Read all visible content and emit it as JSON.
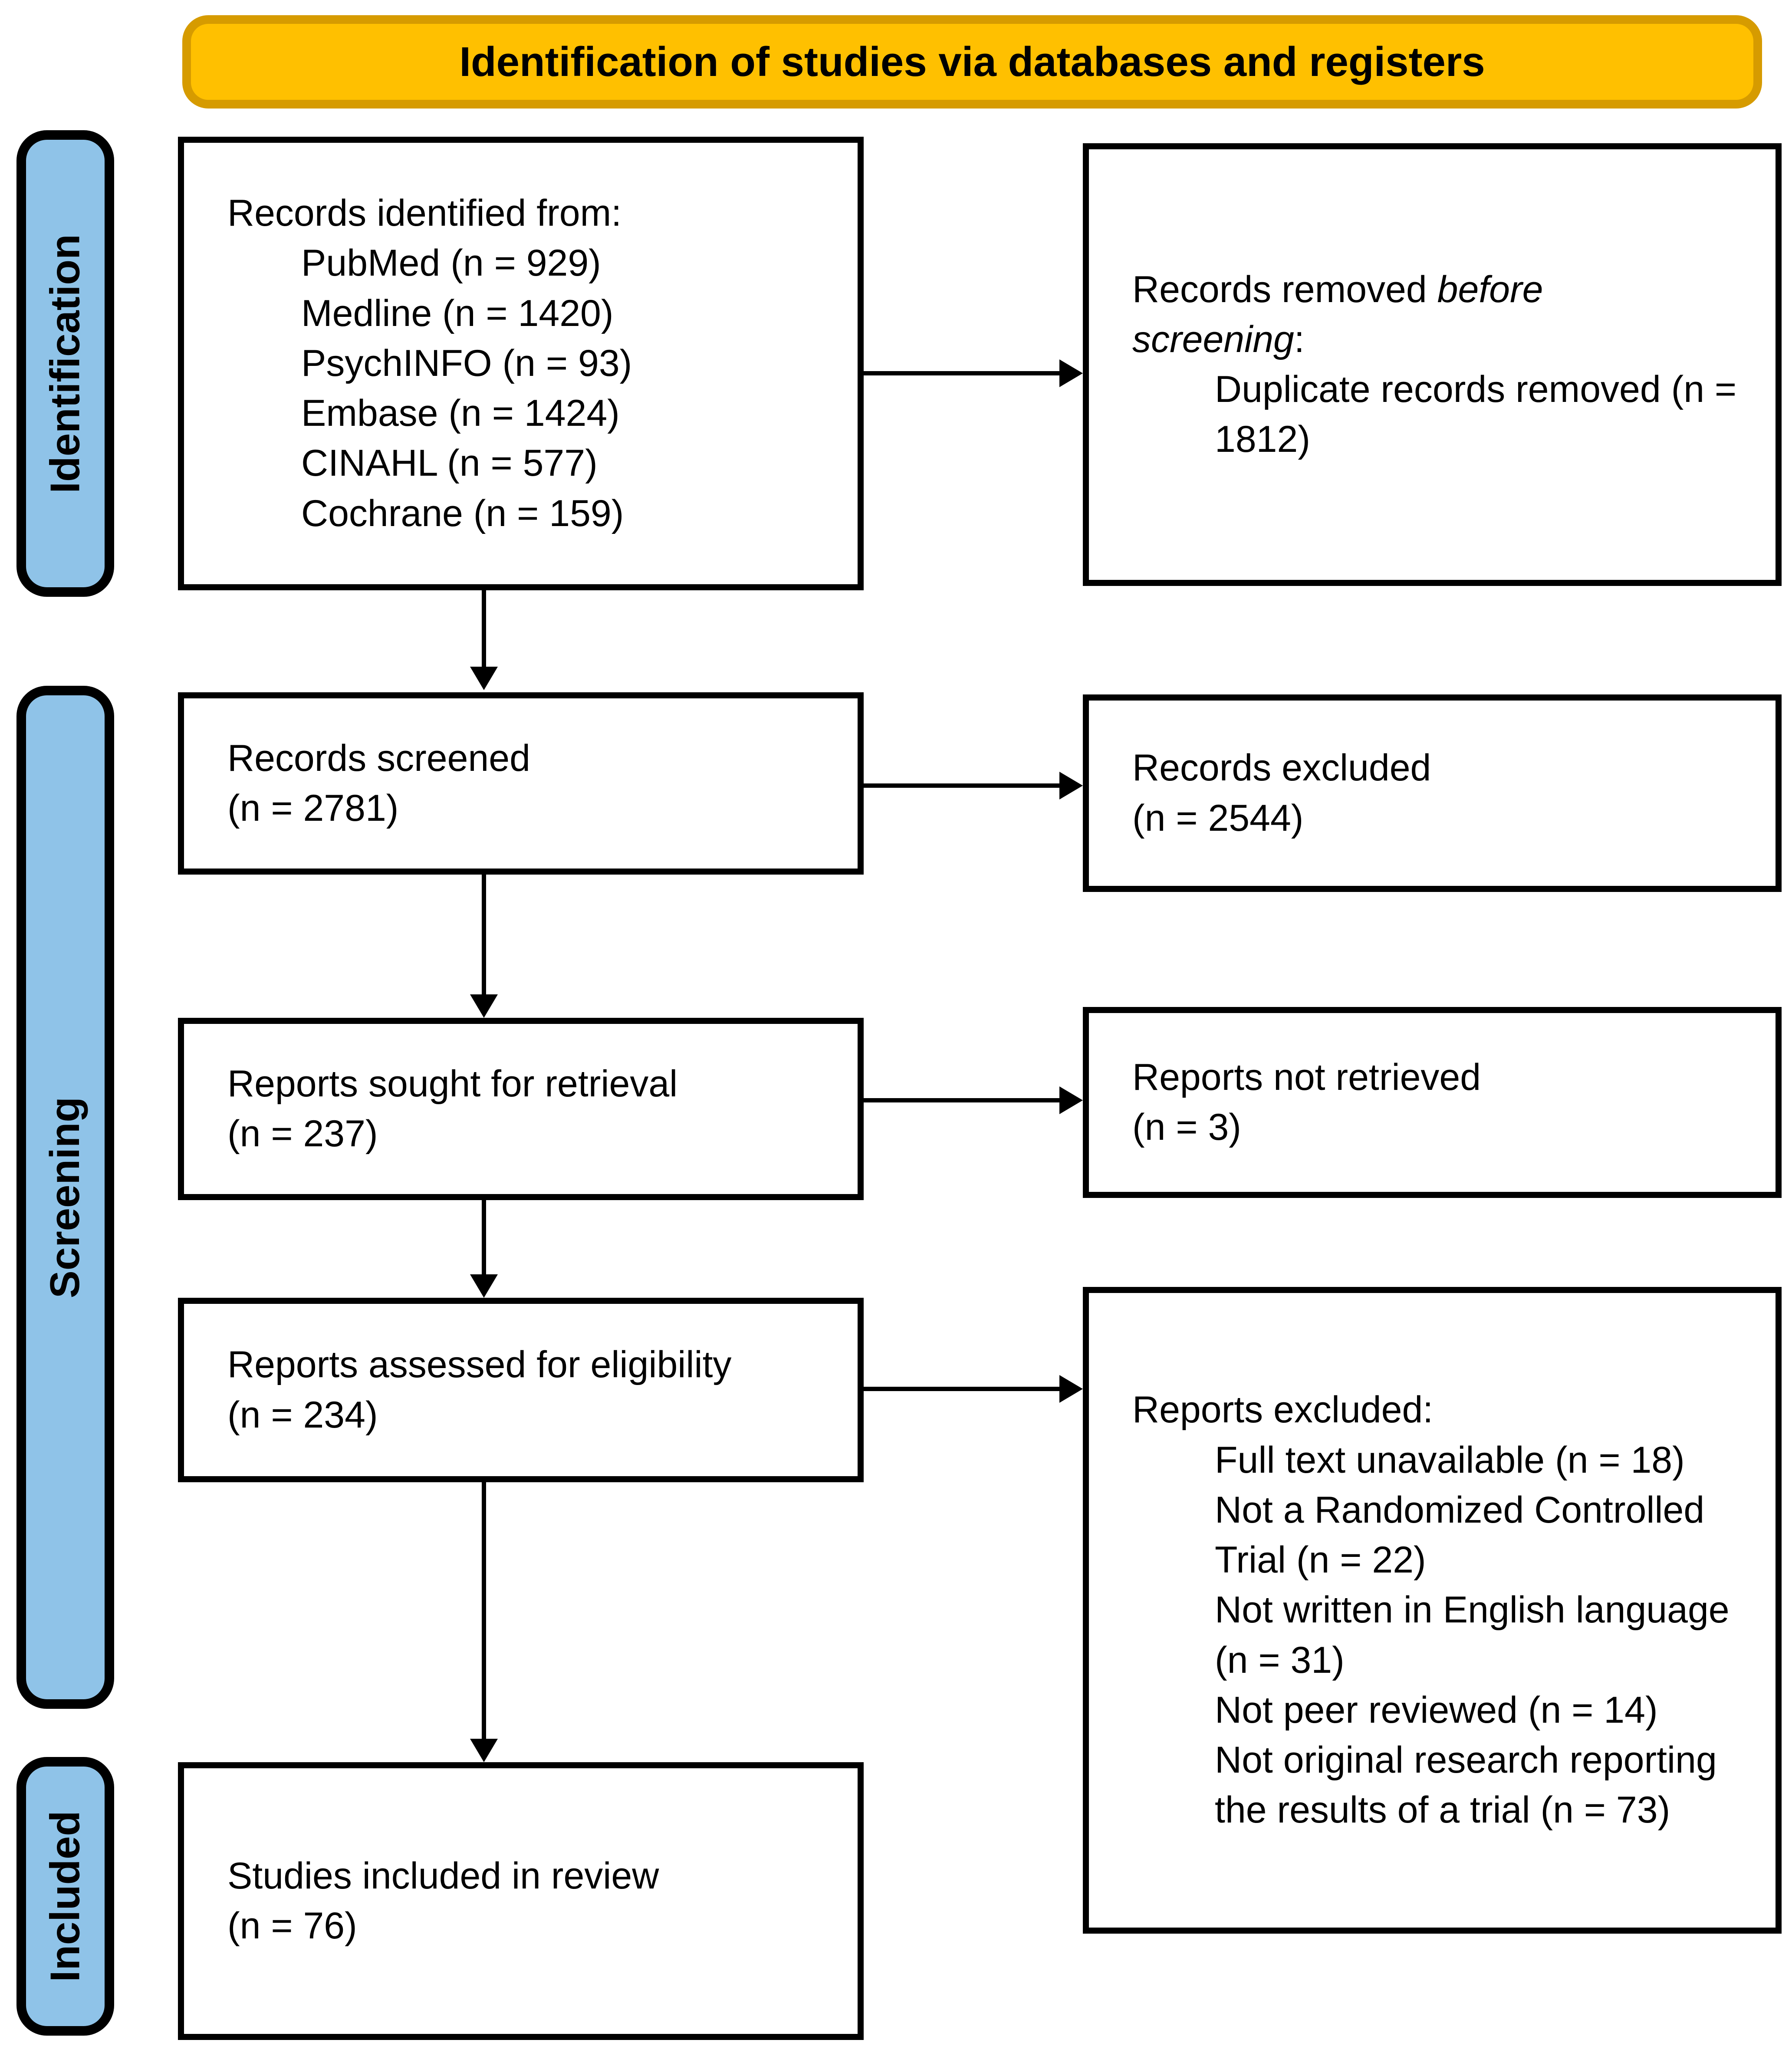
{
  "banner": {
    "title": "Identification of studies via databases and registers"
  },
  "sidebars": {
    "identification": "Identification",
    "screening": "Screening",
    "included": "Included"
  },
  "boxes": {
    "records_identified": {
      "heading": "Records identified from:",
      "items": [
        "PubMed (n = 929)",
        "Medline (n = 1420)",
        "PsychINFO (n = 93)",
        "Embase (n = 1424)",
        "CINAHL (n = 577)",
        "Cochrane (n = 159)"
      ]
    },
    "records_removed": {
      "heading_prefix": "Records removed ",
      "heading_emphasis": "before screening",
      "heading_suffix": ":",
      "items": [
        "Duplicate records removed (n = 1812)"
      ]
    },
    "records_screened": {
      "lines": [
        "Records screened",
        "(n = 2781)"
      ]
    },
    "records_excluded": {
      "lines": [
        "Records excluded",
        "(n = 2544)"
      ]
    },
    "reports_sought": {
      "lines": [
        "Reports sought for retrieval",
        "(n = 237)"
      ]
    },
    "reports_not_retrieved": {
      "lines": [
        "Reports not retrieved",
        "(n = 3)"
      ]
    },
    "reports_assessed": {
      "lines": [
        "Reports assessed for eligibility",
        "(n = 234)"
      ]
    },
    "reports_excluded": {
      "heading": "Reports excluded:",
      "items": [
        "Full text unavailable (n = 18)",
        "Not a Randomized Controlled Trial (n = 22)",
        "Not written in English language (n = 31)",
        "Not peer reviewed (n = 14)",
        "Not original research reporting the results of a trial (n = 73)"
      ]
    },
    "studies_included": {
      "lines": [
        "Studies included in review",
        "(n = 76)"
      ]
    }
  },
  "colors": {
    "banner_fill": "#FFC000",
    "banner_border": "#D69B00",
    "sidebar_fill": "#8FC3E8",
    "box_border": "#000000",
    "text_color": "#000000",
    "page_bg": "#FFFFFF"
  }
}
